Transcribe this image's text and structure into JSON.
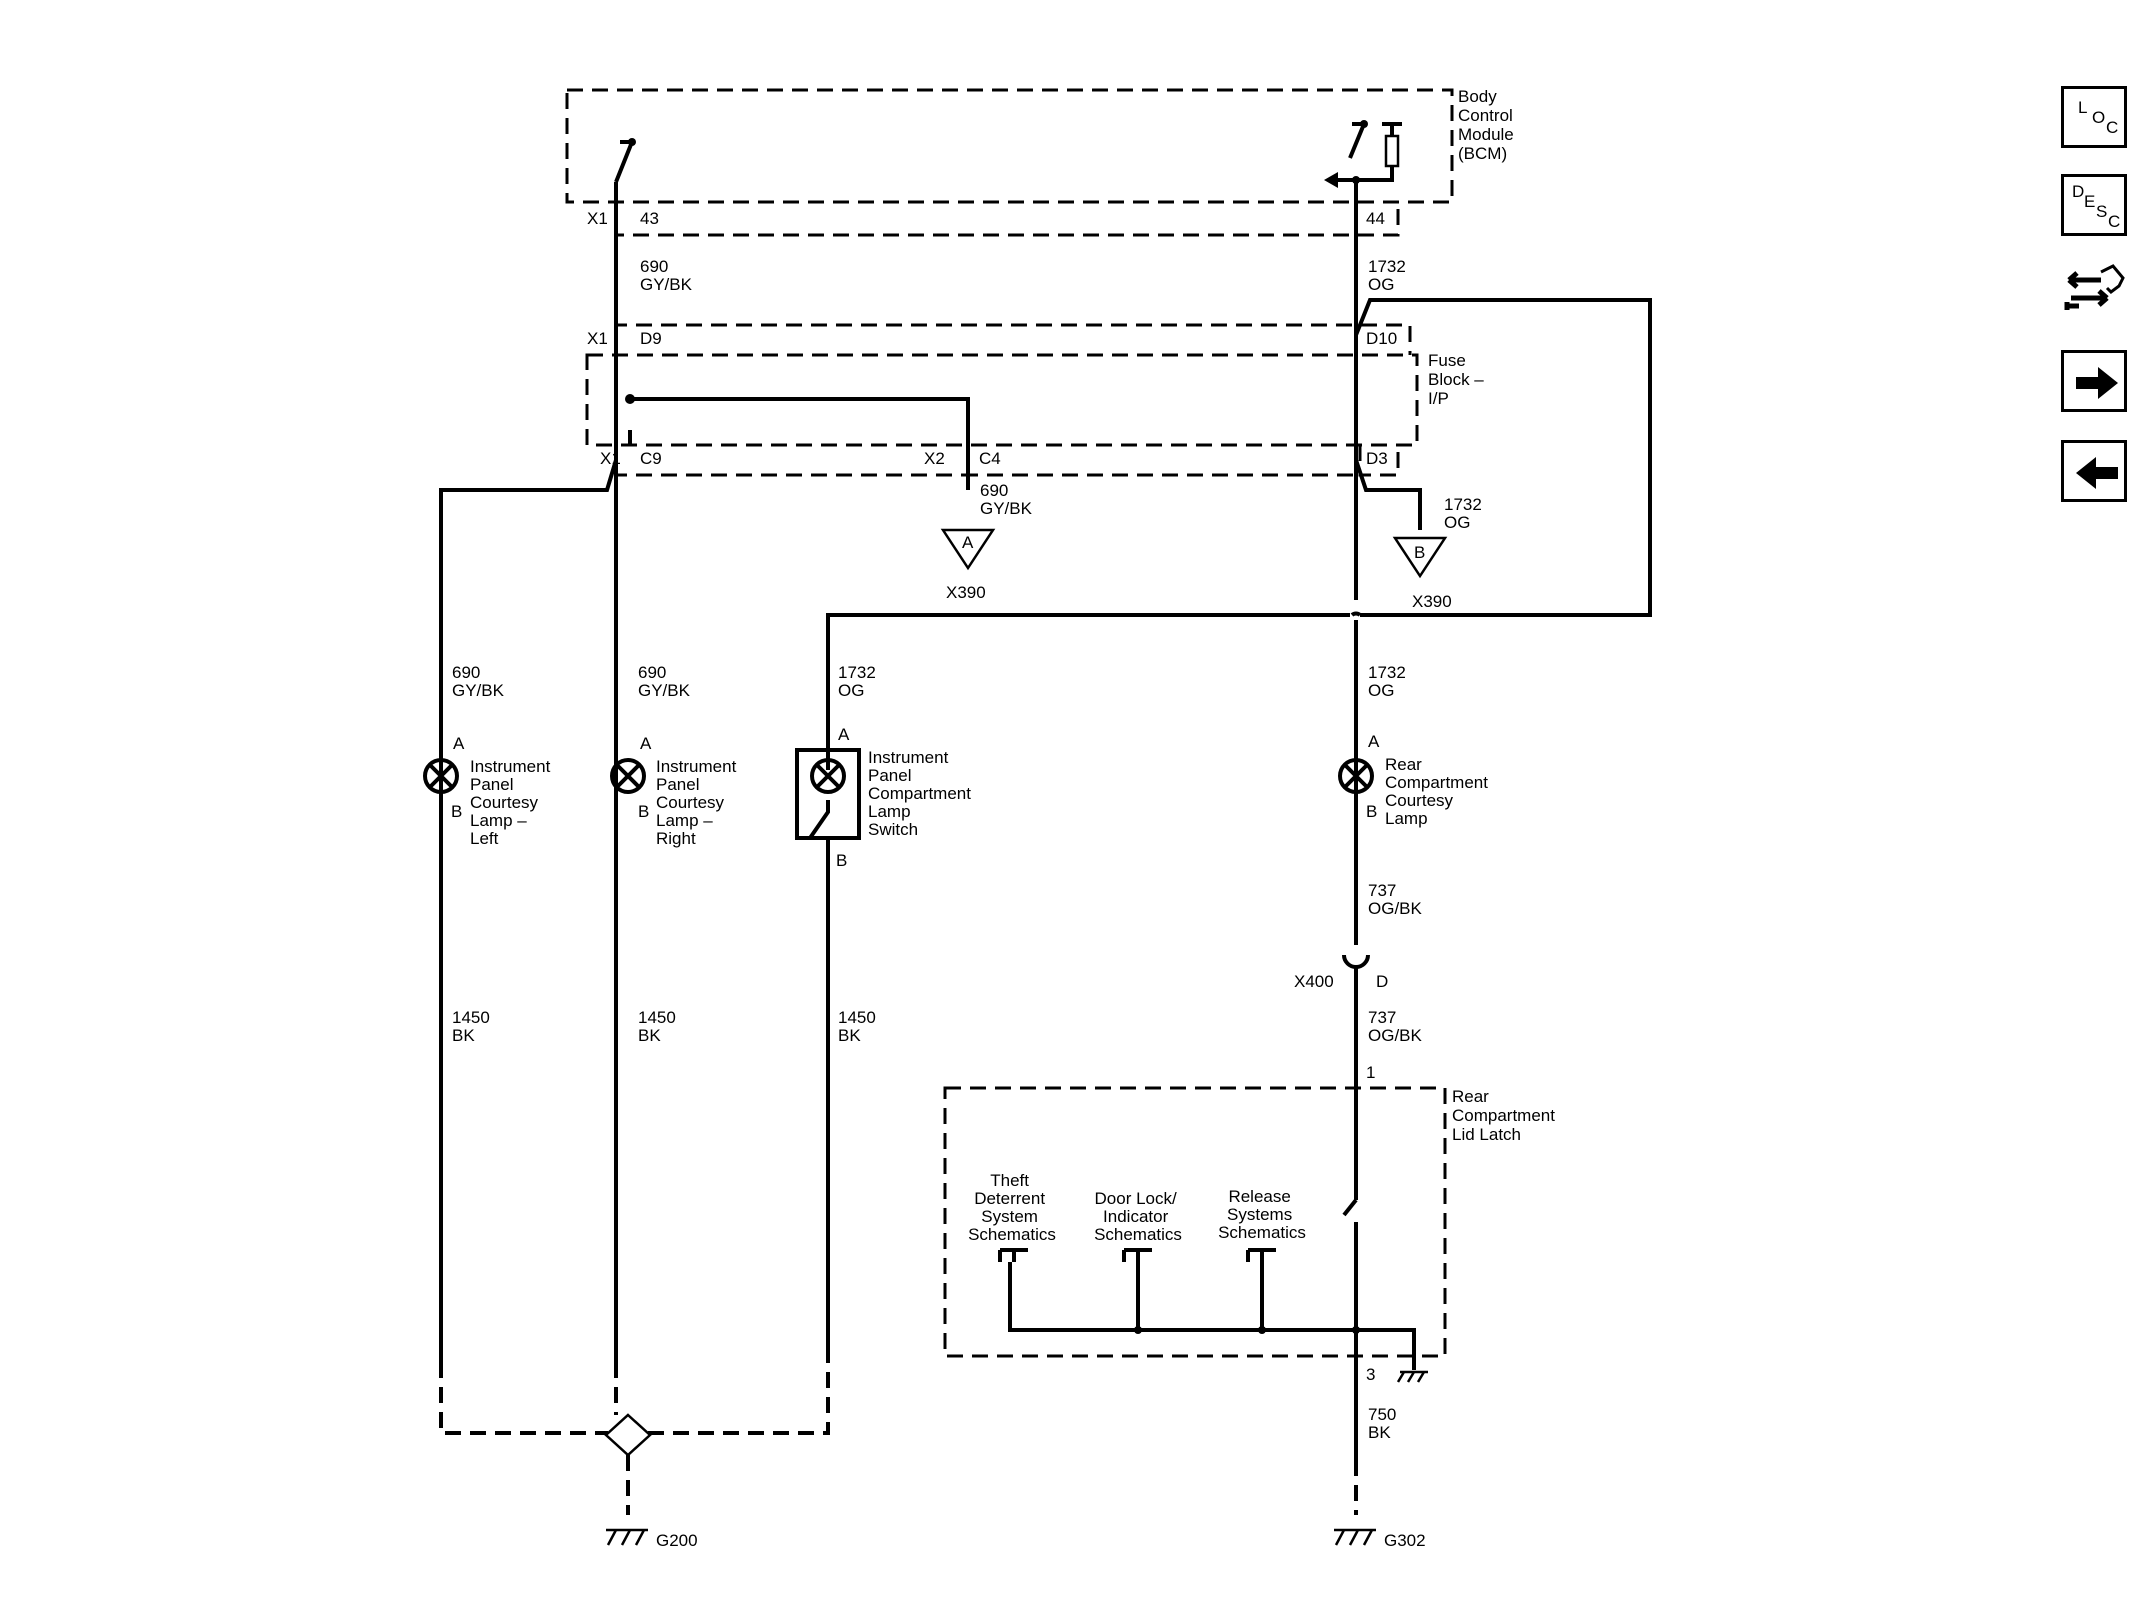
{
  "modules": {
    "bcm": [
      "Body",
      "Control",
      "Module",
      "(BCM)"
    ],
    "fuse_block": [
      "Fuse",
      "Block –",
      "I/P"
    ],
    "latch": [
      "Rear",
      "Compartment",
      "Lid Latch"
    ]
  },
  "connectors": {
    "x1_43": "X1",
    "pin_43": "43",
    "pin_44": "44",
    "x1_d9": "X1",
    "pin_d9": "D9",
    "pin_d10": "D10",
    "x1_c9": "X1",
    "pin_c9": "C9",
    "x2_c4": "X2",
    "pin_c4": "C4",
    "pin_d3": "D3",
    "x390_a_pin": "A",
    "x390_a_label": "X390",
    "x390_b_pin": "B",
    "x390_b_label": "X390",
    "x400": "X400",
    "x400_pin": "D",
    "latch_pin1": "1",
    "latch_pin3": "3"
  },
  "wires": {
    "w690_top": [
      "690",
      "GY/BK"
    ],
    "w1732_top": [
      "1732",
      "OG"
    ],
    "w690_c4": [
      "690",
      "GY/BK"
    ],
    "w1732_d3": [
      "1732",
      "OG"
    ],
    "w690_left": [
      "690",
      "GY/BK"
    ],
    "w690_right": [
      "690",
      "GY/BK"
    ],
    "w1732_switch": [
      "1732",
      "OG"
    ],
    "w1732_rear": [
      "1732",
      "OG"
    ],
    "w737_a": [
      "737",
      "OG/BK"
    ],
    "w737_b": [
      "737",
      "OG/BK"
    ],
    "w1450_left": [
      "1450",
      "BK"
    ],
    "w1450_right": [
      "1450",
      "BK"
    ],
    "w1450_switch": [
      "1450",
      "BK"
    ],
    "w750": [
      "750",
      "BK"
    ]
  },
  "components": {
    "lamp_left": {
      "pin_a": "A",
      "pin_b": "B",
      "label": [
        "Instrument",
        "Panel",
        "Courtesy",
        "Lamp –",
        "Left"
      ]
    },
    "lamp_right": {
      "pin_a": "A",
      "pin_b": "B",
      "label": [
        "Instrument",
        "Panel",
        "Courtesy",
        "Lamp –",
        "Right"
      ]
    },
    "compartment_switch": {
      "pin_a": "A",
      "pin_b": "B",
      "label": [
        "Instrument",
        "Panel",
        "Compartment",
        "Lamp",
        "Switch"
      ]
    },
    "rear_lamp": {
      "pin_a": "A",
      "pin_b": "B",
      "label": [
        "Rear",
        "Compartment",
        "Courtesy",
        "Lamp"
      ]
    }
  },
  "references": {
    "theft": [
      "Theft",
      "Deterrent",
      "System",
      "Schematics"
    ],
    "door_lock": [
      "Door Lock/",
      "Indicator",
      "Schematics"
    ],
    "release": [
      "Release",
      "Systems",
      "Schematics"
    ]
  },
  "grounds": {
    "g200": "G200",
    "g302": "G302"
  },
  "nav": {
    "loc": [
      "L",
      "O",
      "C"
    ],
    "desc": [
      "D",
      "E",
      "S",
      "C"
    ],
    "icon_names": [
      "connector-icon",
      "next-arrow-icon",
      "previous-arrow-icon"
    ]
  }
}
